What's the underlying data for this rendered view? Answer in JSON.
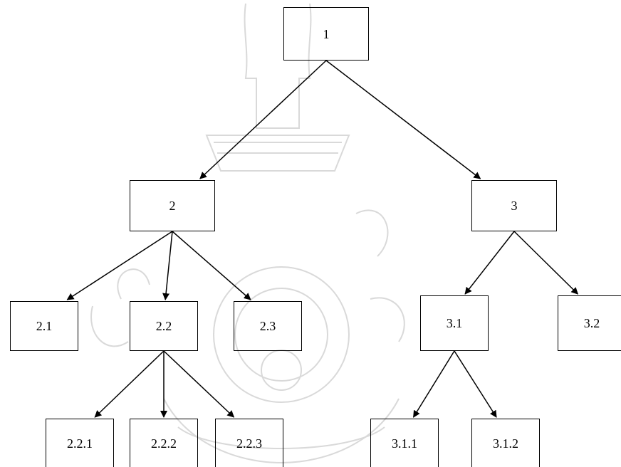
{
  "diagram": {
    "type": "tree",
    "line_color": "#000000",
    "watermark_color": "#d9d9d9",
    "nodes": [
      {
        "id": "n1",
        "label": "1"
      },
      {
        "id": "n2",
        "label": "2"
      },
      {
        "id": "n3",
        "label": "3"
      },
      {
        "id": "n21",
        "label": "2.1"
      },
      {
        "id": "n22",
        "label": "2.2"
      },
      {
        "id": "n23",
        "label": "2.3"
      },
      {
        "id": "n31",
        "label": "3.1"
      },
      {
        "id": "n32",
        "label": "3.2"
      },
      {
        "id": "n221",
        "label": "2.2.1"
      },
      {
        "id": "n222",
        "label": "2.2.2"
      },
      {
        "id": "n223",
        "label": "2.2.3"
      },
      {
        "id": "n311",
        "label": "3.1.1"
      },
      {
        "id": "n312",
        "label": "3.1.2"
      }
    ],
    "edges": [
      {
        "from": "n1",
        "to": "n2"
      },
      {
        "from": "n1",
        "to": "n3"
      },
      {
        "from": "n2",
        "to": "n21"
      },
      {
        "from": "n2",
        "to": "n22"
      },
      {
        "from": "n2",
        "to": "n23"
      },
      {
        "from": "n3",
        "to": "n31"
      },
      {
        "from": "n3",
        "to": "n32"
      },
      {
        "from": "n22",
        "to": "n221"
      },
      {
        "from": "n22",
        "to": "n222"
      },
      {
        "from": "n22",
        "to": "n223"
      },
      {
        "from": "n31",
        "to": "n311"
      },
      {
        "from": "n31",
        "to": "n312"
      }
    ]
  }
}
